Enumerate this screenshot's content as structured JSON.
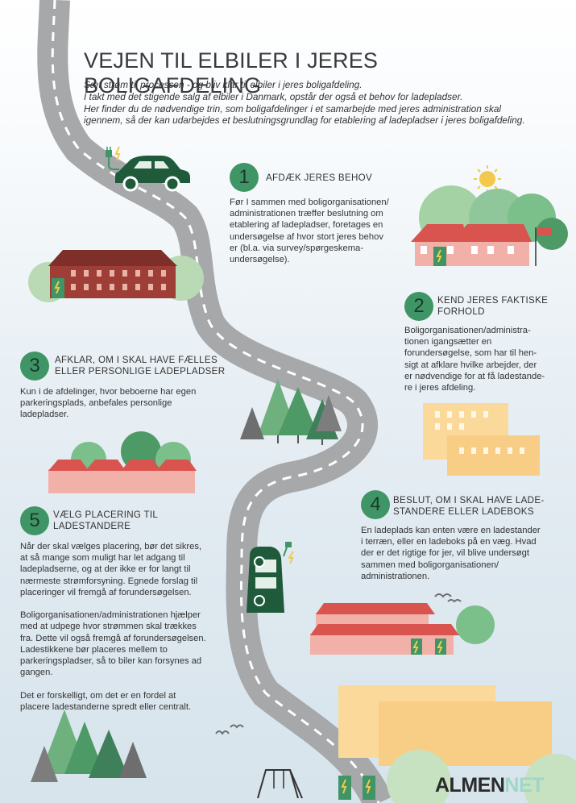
{
  "title": "VEJEN TIL ELBILER I JERES BOLIGAFDELING",
  "intro": [
    "Sæt strøm til processen - og bliv klar til elbiler i jeres boligafdeling.",
    "I takt med det stigende salg af elbiler i Danmark, opstår der også et behov for ladepladser.",
    "Her finder du de nødvendige trin, som boligafdelinger i et samarbejde med jeres administration skal",
    "igennem, så der kan udarbejdes et beslutningsgrundlag for etablering af ladepladser i jeres boligafdeling."
  ],
  "steps": [
    {
      "number": "1",
      "title": [
        "AFDÆK JERES BEHOV"
      ],
      "body": [
        "Før I sammen med boligorganisationen/",
        "administrationen træffer beslutning om",
        "etablering af ladepladser, foretages en",
        "undersøgelse af hvor stort jeres behov",
        "er (bl.a. via survey/spørgeskema-",
        "undersøgelse)."
      ]
    },
    {
      "number": "2",
      "title": [
        "KEND JERES FAKTISKE",
        "FORHOLD"
      ],
      "body": [
        "Boligorganisationen/administra-",
        "tionen igangsætter en",
        "forundersøgelse, som har til hen-",
        "sigt at afklare hvilke arbejder, der",
        "er nødvendige for at få ladestande-",
        "re i jeres afdeling."
      ]
    },
    {
      "number": "3",
      "title": [
        "AFKLAR, OM I SKAL HAVE FÆLLES",
        "ELLER PERSONLIGE LADEPLADSER"
      ],
      "body": [
        "Kun i de afdelinger, hvor beboerne har egen",
        "parkeringsplads, anbefales personlige",
        "ladepladser."
      ]
    },
    {
      "number": "4",
      "title": [
        "BESLUT, OM I SKAL HAVE LADE-",
        "STANDERE ELLER LADEBOKS"
      ],
      "body": [
        "En ladeplads kan enten være en ladestander",
        "i terræn, eller en ladeboks på en væg. Hvad",
        "der er det rigtige for jer, vil blive undersøgt",
        "sammen med boligorganisationen/",
        "administrationen."
      ]
    },
    {
      "number": "5",
      "title": [
        "VÆLG PLACERING TIL",
        "LADESTANDERE"
      ],
      "body": [
        "Når der skal vælges placering, bør det sikres,",
        "at så mange som muligt har let adgang til",
        "ladepladserne, og at der ikke er for langt til",
        "nærmeste strømforsyning. Egnede forslag til",
        "placeringer vil fremgå af forundersøgelsen.",
        "",
        "Boligorganisationen/administrationen hjælper",
        "med at udpege hvor strømmen skal trækkes",
        "fra. Dette vil også fremgå af forundersøgelsen.",
        "Ladestikkene bør placeres mellem to",
        "parkeringspladser, så to biler kan forsynes ad",
        "gangen.",
        "",
        "Det er forskelligt, om det er en fordel at",
        "placere ladestanderne spredt eller centralt."
      ]
    }
  ],
  "brand": {
    "part1": "ALMEN",
    "part2": "NET"
  },
  "colors": {
    "road": "#a6a8aa",
    "road_dash": "#ffffff",
    "step_circle": "#3f9565",
    "car": "#1f5a3b",
    "house_roof": "#d9534f",
    "house_wall": "#f2b1a8",
    "tree_green": "#7bbf8a",
    "brand_accent": "#9fd6c7"
  }
}
